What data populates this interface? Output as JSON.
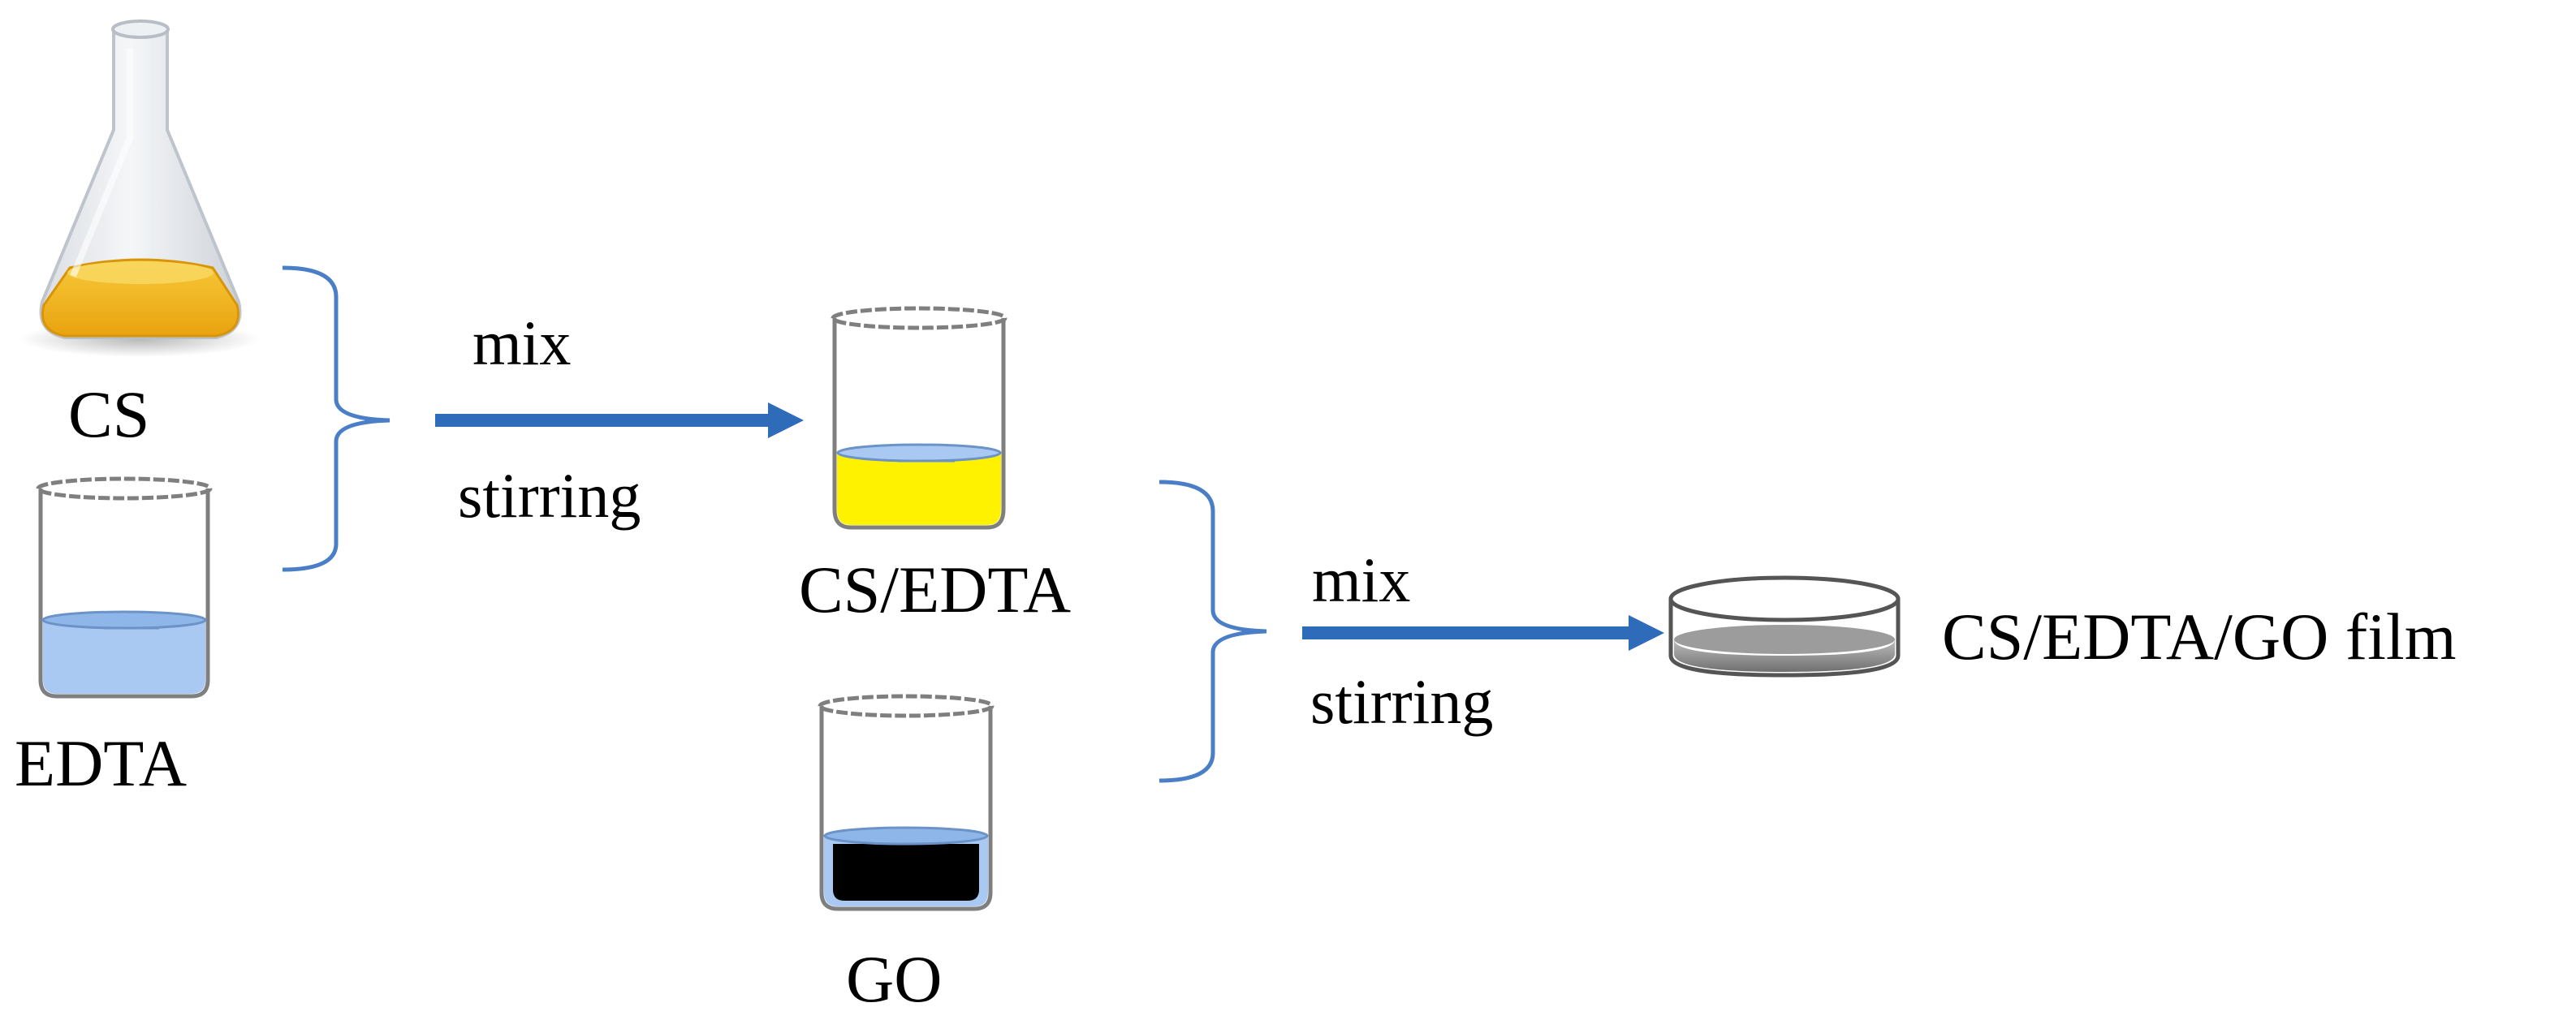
{
  "labels": {
    "cs": "CS",
    "edta": "EDTA",
    "step1_top": "mix",
    "step1_bottom": "stirring",
    "cs_edta": "CS/EDTA",
    "go": "GO",
    "step2_top": "mix",
    "step2_bottom": "stirring",
    "product": "CS/EDTA/GO film"
  },
  "colors": {
    "arrow": "#2e6bb8",
    "brace": "#4a7fc8",
    "cs_solution": "#f2b11c",
    "edta_solution": "#a9c9f2",
    "cs_edta_solution": "#fff200",
    "go_solution": "#000000",
    "film": "#8a8a8a"
  },
  "icons": [
    "erlenmeyer-flask-icon",
    "beaker-icon",
    "petri-dish-icon"
  ]
}
